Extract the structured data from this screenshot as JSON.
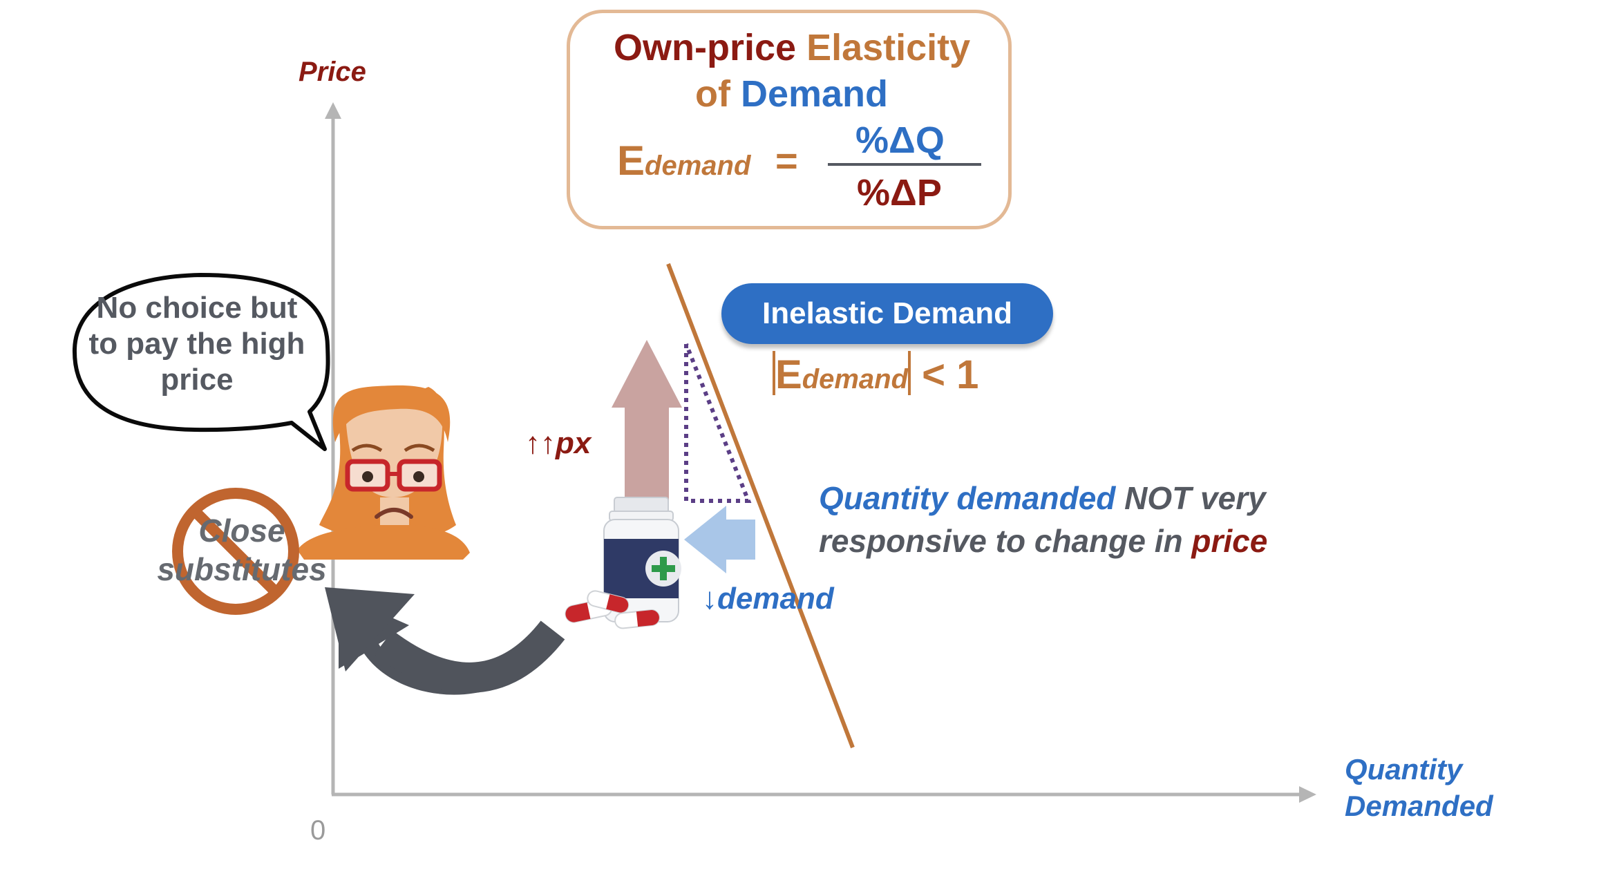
{
  "axes": {
    "y_label": "Price",
    "x_label_line1": "Quantity",
    "x_label_line2": "Demanded",
    "origin_label": "0"
  },
  "formula_box": {
    "title_part1": "Own-price",
    "title_part2": "Elasticity",
    "title_part3": "of",
    "title_part4": "Demand",
    "e_symbol": "E",
    "e_subscript": "demand",
    "equals": "=",
    "numerator": "%ΔQ",
    "denominator": "%ΔP"
  },
  "inelastic": {
    "pill_label": "Inelastic Demand",
    "e_symbol": "E",
    "e_subscript": "demand",
    "comparison": "< 1"
  },
  "arrows": {
    "price_up_label": "↑↑px",
    "demand_down_label": "↓demand"
  },
  "explanation": {
    "part1": "Quantity demanded",
    "part2": "NOT very",
    "part3": "responsive to change in",
    "part4": "price"
  },
  "speech_bubble": {
    "text": "No choice but to pay the high price"
  },
  "no_substitutes": {
    "text": "Close substitutes"
  },
  "colors": {
    "dark_red": "#8B1A12",
    "brown": "#C0773A",
    "blue": "#2E6FC4",
    "gray_text": "#555961",
    "axis": "#b5b5b5",
    "up_arrow": "#C9A3A0",
    "left_arrow": "#A9C6E8",
    "dotted": "#5B3E86",
    "curved_arrow": "#50545C"
  },
  "icons": [
    "woman-sad-face-icon",
    "medicine-bottle-icon",
    "pills-icon",
    "no-sign-icon",
    "speech-bubble-icon"
  ]
}
